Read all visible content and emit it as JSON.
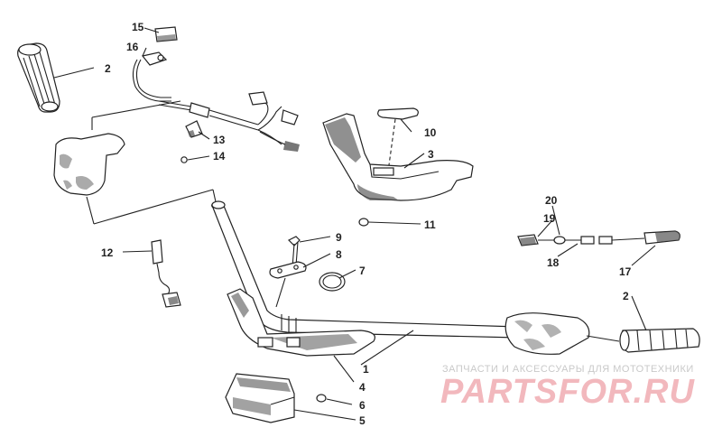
{
  "callouts": [
    {
      "id": "2",
      "text": "2"
    },
    {
      "id": "15",
      "text": "15"
    },
    {
      "id": "16",
      "text": "16"
    },
    {
      "id": "13",
      "text": "13"
    },
    {
      "id": "14",
      "text": "14"
    },
    {
      "id": "10",
      "text": "10"
    },
    {
      "id": "3",
      "text": "3"
    },
    {
      "id": "11",
      "text": "11"
    },
    {
      "id": "9",
      "text": "9"
    },
    {
      "id": "8",
      "text": "8"
    },
    {
      "id": "7",
      "text": "7"
    },
    {
      "id": "12",
      "text": "12"
    },
    {
      "id": "20",
      "text": "20"
    },
    {
      "id": "19",
      "text": "19"
    },
    {
      "id": "18",
      "text": "18"
    },
    {
      "id": "17",
      "text": "17"
    },
    {
      "id": "2b",
      "text": "2"
    },
    {
      "id": "1",
      "text": "1"
    },
    {
      "id": "4",
      "text": "4"
    },
    {
      "id": "6",
      "text": "6"
    },
    {
      "id": "5",
      "text": "5"
    }
  ],
  "watermark": {
    "subtitle": "ЗАПЧАСТИ И АКСЕССУАРЫ ДЛЯ МОТОТЕХНИКИ",
    "brand": "PARTSFOR.RU"
  },
  "colors": {
    "line": "#222222",
    "watermark_main": "#f2b8bd",
    "watermark_sub": "#c9c9c9"
  }
}
